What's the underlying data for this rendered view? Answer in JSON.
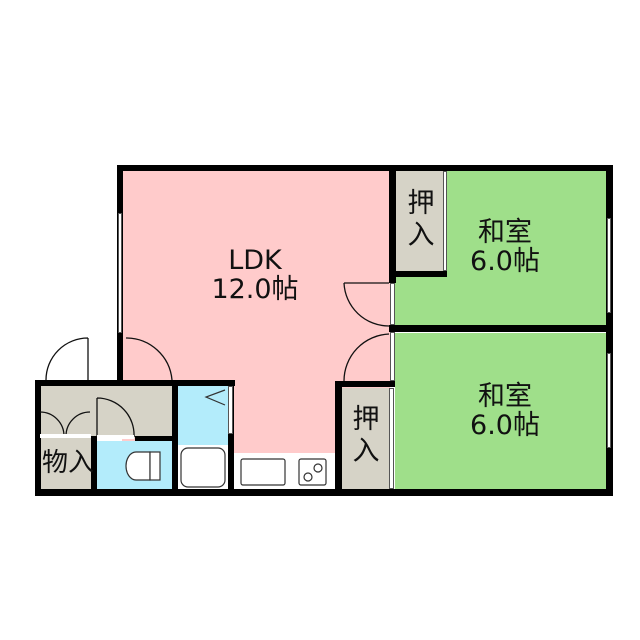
{
  "floor_plan": {
    "colors": {
      "ldk": "#ffcbcb",
      "washitsu": "#9fdf8a",
      "closet": "#d6d3c7",
      "wet_area": "#b3ecfb",
      "wall": "#000000"
    },
    "rooms": {
      "ldk": {
        "name": "LDK",
        "size": "12.0帖"
      },
      "washitsu_top": {
        "name": "和室",
        "size": "6.0帖"
      },
      "washitsu_bottom": {
        "name": "和室",
        "size": "6.0帖"
      },
      "closet_top": {
        "line1": "押",
        "line2": "入"
      },
      "closet_bottom": {
        "line1": "押",
        "line2": "入"
      },
      "storage": {
        "label": "物入"
      }
    },
    "fixtures": [
      "toilet",
      "bathtub",
      "sink",
      "stove",
      "washbasin"
    ]
  }
}
